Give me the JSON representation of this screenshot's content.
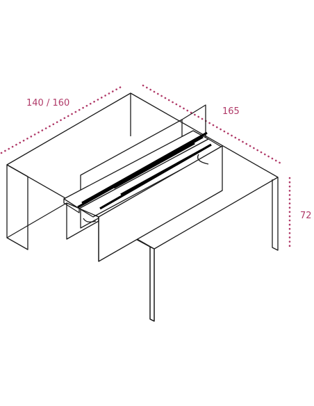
{
  "dimensions": {
    "width_label": "140 / 160",
    "depth_label": "165",
    "height_label": "72"
  },
  "colors": {
    "dimension": "#b03a68",
    "outline": "#1a1a1a",
    "background": "#ffffff"
  }
}
